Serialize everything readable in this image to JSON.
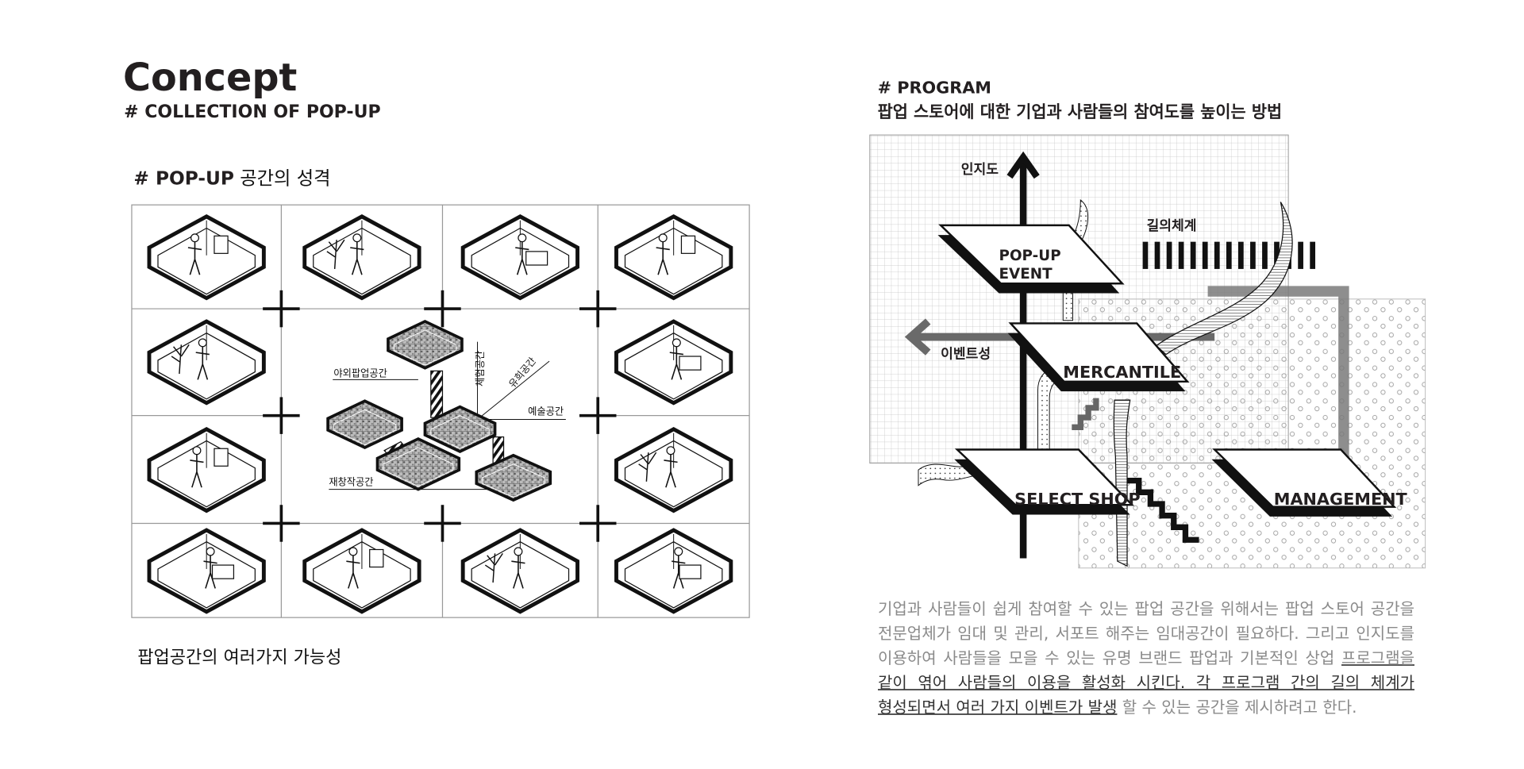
{
  "left": {
    "title": "Concept",
    "subtitle": "# COLLECTION OF POP-UP",
    "section_hash": "# POP-UP",
    "section_rest": " 공간의 성격",
    "caption": "팝업공간의 여러가지 가능성",
    "cells": [
      {
        "icon": "person-with-poster-icon"
      },
      {
        "icon": "plant-and-seated-person-icon"
      },
      {
        "icon": "person-reading-at-desk-icon"
      },
      {
        "icon": "painter-at-easel-icon"
      },
      {
        "icon": "person-cooking-icon"
      },
      {
        "icon": "person-and-sofa-icon"
      },
      {
        "icon": "cabinet-with-plants-icon"
      },
      {
        "icon": "palm-and-dancer-icon"
      },
      {
        "icon": "person-crafting-icon"
      },
      {
        "icon": "person-with-plants-icon"
      },
      {
        "icon": "people-conversing-icon"
      },
      {
        "icon": "dancer-with-pedestal-icon"
      }
    ],
    "center": {
      "labels": {
        "outdoor": "야외팝업공간",
        "experience": "체험공간",
        "play": "유희공간",
        "art": "예술공간",
        "recreation": "재창작공간"
      }
    }
  },
  "right": {
    "title": "# PROGRAM",
    "subtitle": "팝업 스토어에 대한 기업과 사람들의 참여도를 높이는 방법",
    "diagram": {
      "axis_up": "인지도",
      "axis_left": "이벤트성",
      "path_system": "길의체계",
      "plates": {
        "popup_line1": "POP-UP",
        "popup_line2": "EVENT",
        "mercantile": "MERCANTILE",
        "select_shop": "SELECT SHOP",
        "management": "MANAGEMENT"
      }
    },
    "paragraph": {
      "l1": "기업과 사람들이 쉽게 참여할 수 있는 팝업 공간을 위해서는 팝업 스토어 공간을",
      "l2": "전문업체가 임대 및 관리, 서포트 해주는 임대공간이 필요하다. 그리고 인지도를",
      "l3a": "이용하여 사람들을 모을 수 있는 유명 브랜드 팝업과 기본적인 상업 ",
      "l3b": "프로그램을",
      "l4": "같이 엮어 사람들의 이용을 활성화 시킨다. 각 프로그램 간의 길의 체계가",
      "l5a": "형성되면서 여러 가지 이벤트가 발생",
      "l5b": " 할 수 있는 공간을 제시하려고 한다."
    }
  }
}
